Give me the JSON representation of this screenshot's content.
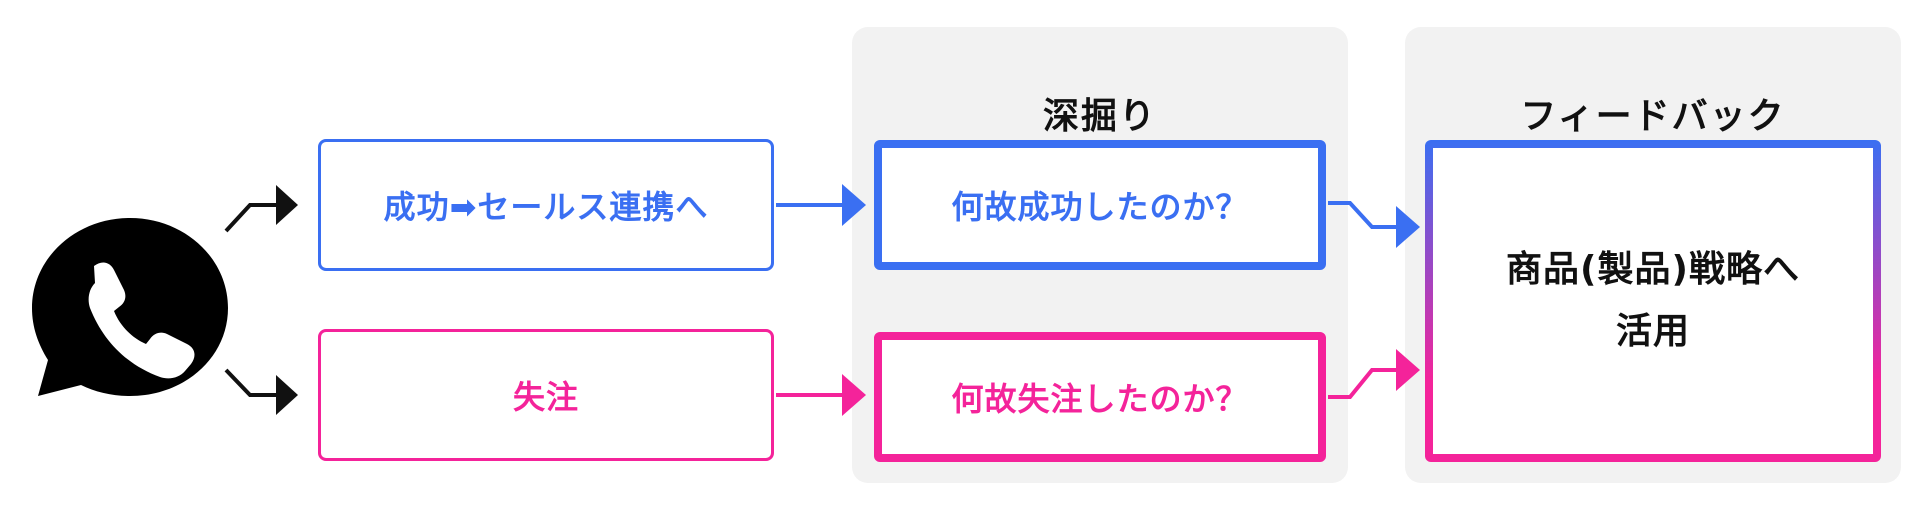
{
  "panels": {
    "deep_dive_title": "深掘り",
    "feedback_title": "フィードバック"
  },
  "boxes": {
    "success": "成功➡セールス連携へ",
    "lost": "失注",
    "why_success": "何故成功したのか？",
    "why_lost": "何故失注したのか？",
    "strategy_line1": "商品(製品)戦略へ",
    "strategy_line2": "活用"
  },
  "colors": {
    "blue": "#3a6ff2",
    "pink": "#f4239a",
    "panel_bg": "#f2f2f2",
    "arrow_dark": "#111111"
  },
  "icons": {
    "call": "phone-chat-bubble-icon"
  }
}
